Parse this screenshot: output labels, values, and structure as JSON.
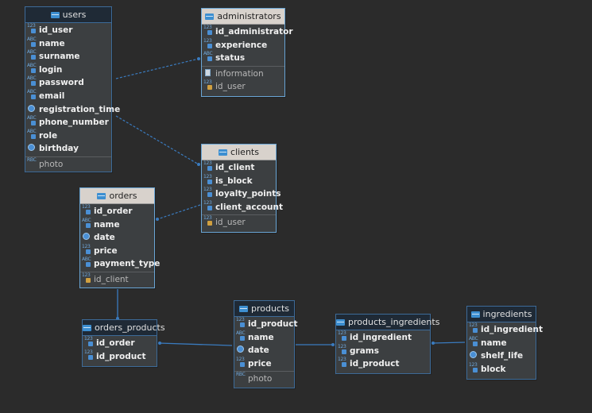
{
  "tables": {
    "users": {
      "name": "users",
      "columns": [
        {
          "name": "id_user",
          "type": "123"
        },
        {
          "name": "name",
          "type": "ABC"
        },
        {
          "name": "surname",
          "type": "ABC"
        },
        {
          "name": "login",
          "type": "ABC"
        },
        {
          "name": "password",
          "type": "ABC"
        },
        {
          "name": "email",
          "type": "ABC"
        },
        {
          "name": "registration_time",
          "type": "datetime"
        },
        {
          "name": "phone_number",
          "type": "ABC"
        },
        {
          "name": "role",
          "type": "ABC"
        },
        {
          "name": "birthday",
          "type": "datetime"
        }
      ],
      "extra": [
        {
          "name": "photo",
          "type": "RBC"
        }
      ]
    },
    "administrators": {
      "name": "administrators",
      "columns": [
        {
          "name": "id_administrator",
          "type": "123"
        },
        {
          "name": "experience",
          "type": "123"
        },
        {
          "name": "status",
          "type": "ABC"
        }
      ],
      "extra": [
        {
          "name": "information",
          "type": "doc"
        },
        {
          "name": "id_user",
          "type": "123 fk"
        }
      ]
    },
    "clients": {
      "name": "clients",
      "columns": [
        {
          "name": "id_client",
          "type": "123"
        },
        {
          "name": "is_block",
          "type": "123"
        },
        {
          "name": "loyalty_points",
          "type": "123"
        },
        {
          "name": "client_account",
          "type": "123"
        }
      ],
      "extra": [
        {
          "name": "id_user",
          "type": "123 fk"
        }
      ]
    },
    "orders": {
      "name": "orders",
      "columns": [
        {
          "name": "id_order",
          "type": "123"
        },
        {
          "name": "name",
          "type": "ABC"
        },
        {
          "name": "date",
          "type": "datetime"
        },
        {
          "name": "price",
          "type": "123"
        },
        {
          "name": "payment_type",
          "type": "ABC"
        }
      ],
      "extra": [
        {
          "name": "id_client",
          "type": "123 fk"
        }
      ]
    },
    "orders_products": {
      "name": "orders_products",
      "columns": [
        {
          "name": "id_order",
          "type": "123"
        },
        {
          "name": "id_product",
          "type": "123"
        }
      ],
      "extra": []
    },
    "products": {
      "name": "products",
      "columns": [
        {
          "name": "id_product",
          "type": "123"
        },
        {
          "name": "name",
          "type": "ABC"
        },
        {
          "name": "date",
          "type": "datetime"
        },
        {
          "name": "price",
          "type": "123"
        }
      ],
      "extra": [
        {
          "name": "photo",
          "type": "RBC"
        }
      ]
    },
    "products_ingredients": {
      "name": "products_ingredients",
      "columns": [
        {
          "name": "id_ingredient",
          "type": "123"
        },
        {
          "name": "grams",
          "type": "123"
        },
        {
          "name": "id_product",
          "type": "123"
        }
      ],
      "extra": []
    },
    "ingredients": {
      "name": "ingredients",
      "columns": [
        {
          "name": "id_ingredient",
          "type": "123"
        },
        {
          "name": "name",
          "type": "ABC"
        },
        {
          "name": "shelf_life",
          "type": "datetime"
        },
        {
          "name": "block",
          "type": "123"
        }
      ],
      "extra": []
    }
  },
  "colors": {
    "background": "#2b2b2b",
    "entity_border": "#3d6b99",
    "link": "#3a7bbf",
    "selected_header": "#d8d2cc"
  }
}
